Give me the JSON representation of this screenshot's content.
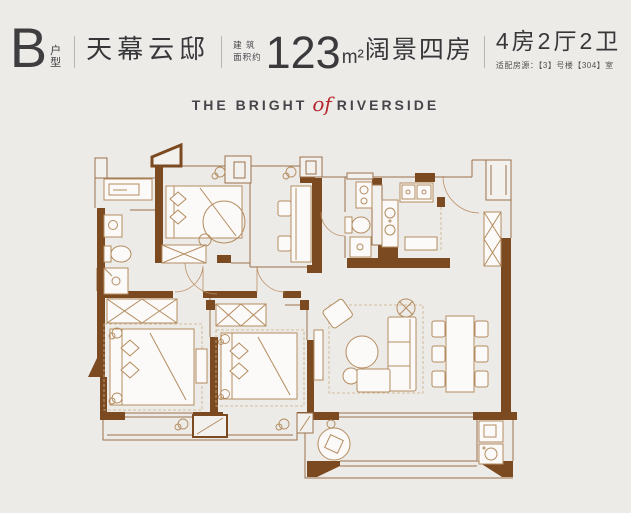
{
  "header": {
    "unit_letter": "B",
    "unit_type": "户型",
    "project_name": "天幕云邸",
    "area_label_line1": "建 筑",
    "area_label_line2": "面积约",
    "area_value": "123",
    "area_unit": "m²",
    "area_desc": "阔景四房",
    "rooms_summary": "4房2厅2卫",
    "listing_note": "适配房源：【3】号楼【304】室"
  },
  "logo": {
    "left": "THE BRIGHT",
    "middle": "of",
    "right": "RIVERSIDE"
  },
  "plan": {
    "type": "residential-floor-plan",
    "rooms_depicted": [
      "entry-closet",
      "bathroom-1",
      "bedroom-1",
      "study",
      "bathroom-2",
      "kitchen",
      "entry-hall",
      "master-bedroom",
      "bedroom-3",
      "living-room",
      "dining-room",
      "balcony-left",
      "balcony-right",
      "laundry-nook"
    ],
    "labels_visible": false
  },
  "colors": {
    "background": "#edebe8",
    "wall_brown": "#7c4a21",
    "thin_line_brown": "#9b714a",
    "text_dark": "#39393b",
    "accent_red": "#b5282e"
  }
}
